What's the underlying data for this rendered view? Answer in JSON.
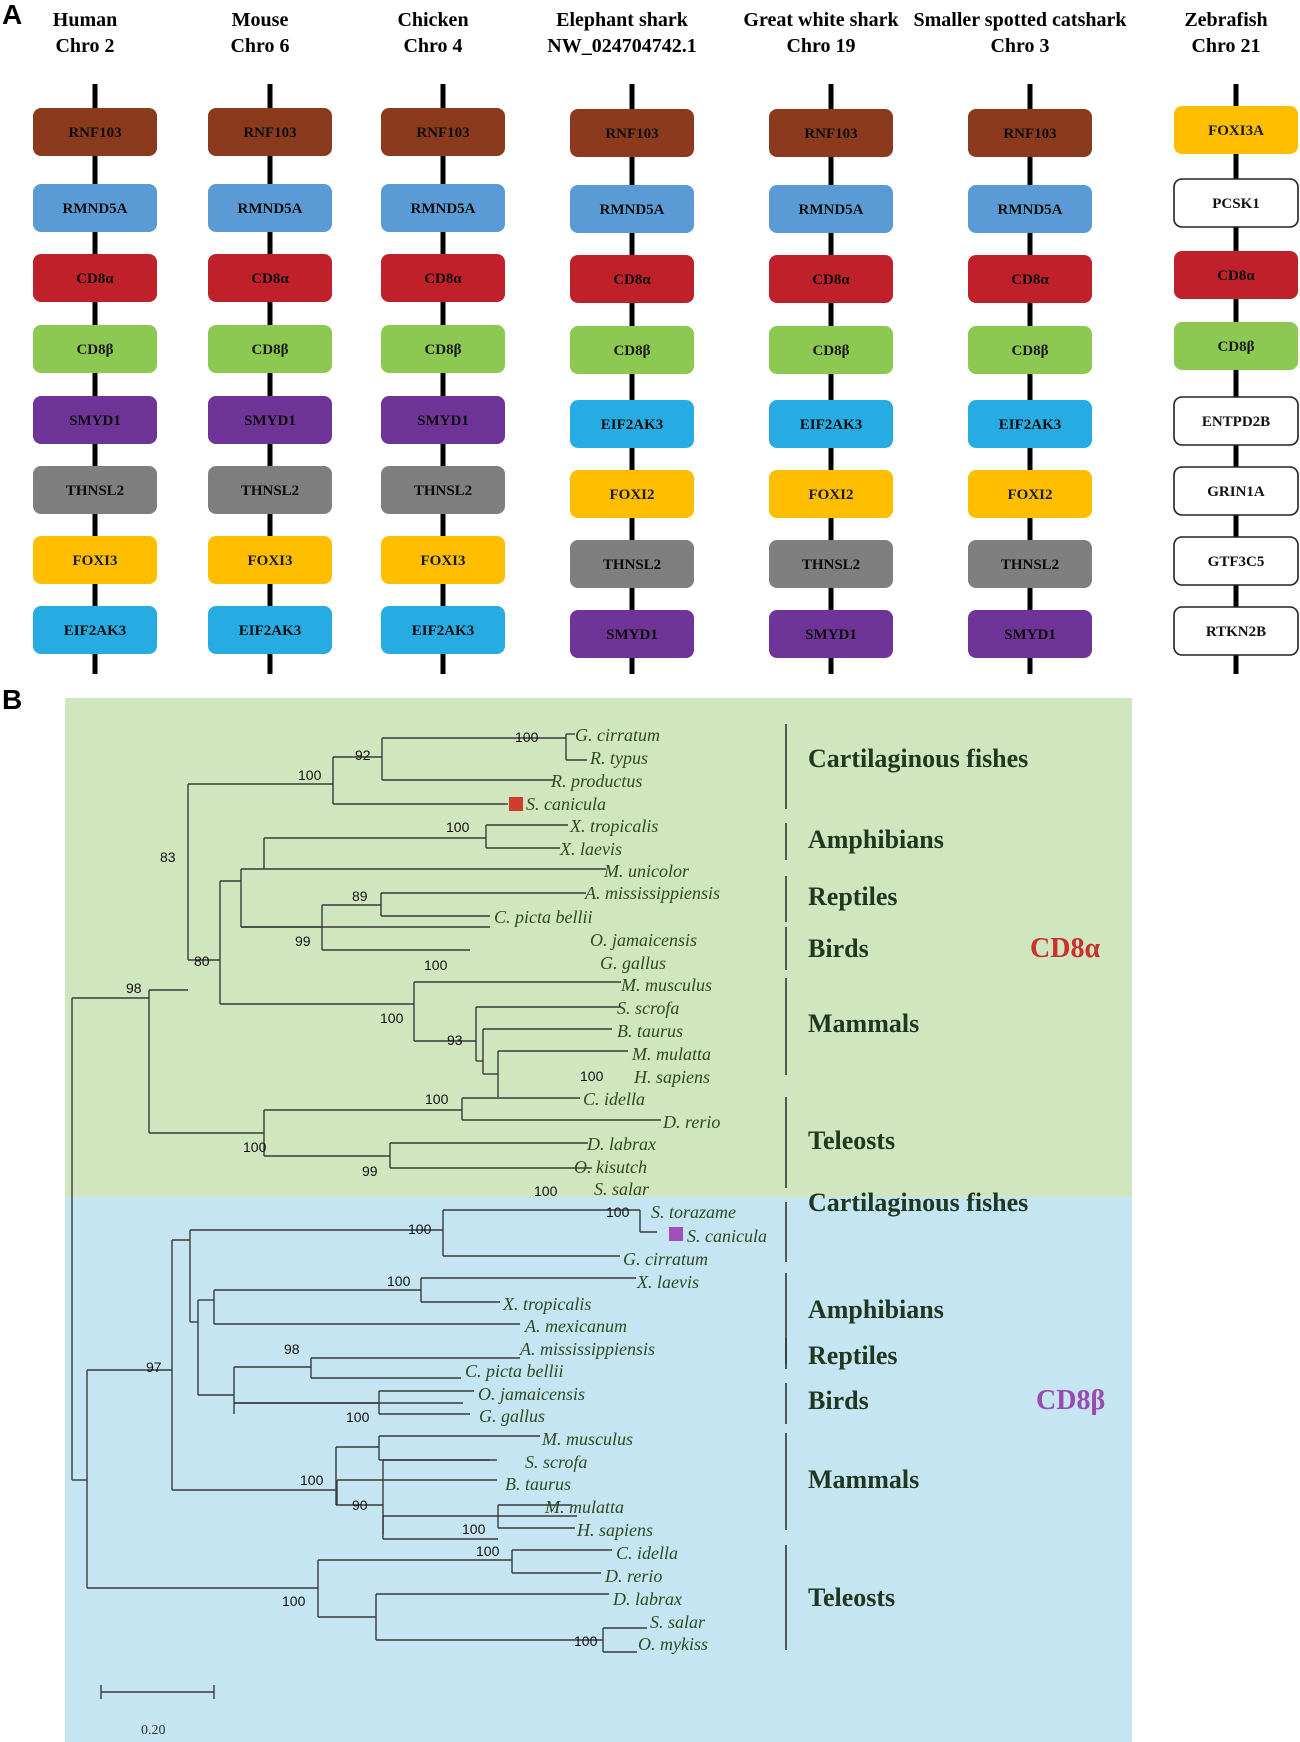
{
  "panels": {
    "a": "A",
    "b": "B"
  },
  "colors": {
    "RNF103": "#8B3A1E",
    "RMND5A": "#5B9BD5",
    "CD8a": "#C0202A",
    "CD8b": "#8DC852",
    "SMYD1": "#6F3497",
    "THNSL2": "#7F7F7F",
    "FOXI": "#FFBF00",
    "EIF2AK3": "#26ACE2",
    "white": "#FFFFFF",
    "green_bg": "#CFE6BF",
    "blue_bg": "#C5E5F3",
    "cd8a_label": "#C9302C",
    "cd8b_label": "#9B4AAE",
    "sq_cd8a": "#D03B2C",
    "sq_cd8b": "#A04FB8"
  },
  "synteny": [
    {
      "line1": "Human",
      "line2": "Chro 2",
      "genes": [
        {
          "name": "RNF103",
          "color": "RNF103"
        },
        {
          "name": "RMND5A",
          "color": "RMND5A"
        },
        {
          "name": "CD8α",
          "color": "CD8a"
        },
        {
          "name": "CD8β",
          "color": "CD8b"
        },
        {
          "name": "SMYD1",
          "color": "SMYD1"
        },
        {
          "name": "THNSL2",
          "color": "THNSL2"
        },
        {
          "name": "FOXI3",
          "color": "FOXI"
        },
        {
          "name": "EIF2AK3",
          "color": "EIF2AK3"
        }
      ]
    },
    {
      "line1": "Mouse",
      "line2": "Chro 6",
      "genes": [
        {
          "name": "RNF103",
          "color": "RNF103"
        },
        {
          "name": "RMND5A",
          "color": "RMND5A"
        },
        {
          "name": "CD8α",
          "color": "CD8a"
        },
        {
          "name": "CD8β",
          "color": "CD8b"
        },
        {
          "name": "SMYD1",
          "color": "SMYD1"
        },
        {
          "name": "THNSL2",
          "color": "THNSL2"
        },
        {
          "name": "FOXI3",
          "color": "FOXI"
        },
        {
          "name": "EIF2AK3",
          "color": "EIF2AK3"
        }
      ]
    },
    {
      "line1": "Chicken",
      "line2": "Chro 4",
      "genes": [
        {
          "name": "RNF103",
          "color": "RNF103"
        },
        {
          "name": "RMND5A",
          "color": "RMND5A"
        },
        {
          "name": "CD8α",
          "color": "CD8a"
        },
        {
          "name": "CD8β",
          "color": "CD8b"
        },
        {
          "name": "SMYD1",
          "color": "SMYD1"
        },
        {
          "name": "THNSL2",
          "color": "THNSL2"
        },
        {
          "name": "FOXI3",
          "color": "FOXI"
        },
        {
          "name": "EIF2AK3",
          "color": "EIF2AK3"
        }
      ]
    },
    {
      "line1": "Elephant shark",
      "line2": "NW_024704742.1",
      "genes": [
        {
          "name": "RNF103",
          "color": "RNF103"
        },
        {
          "name": "RMND5A",
          "color": "RMND5A"
        },
        {
          "name": "CD8α",
          "color": "CD8a"
        },
        {
          "name": "CD8β",
          "color": "CD8b"
        },
        {
          "name": "EIF2AK3",
          "color": "EIF2AK3"
        },
        {
          "name": "FOXI2",
          "color": "FOXI"
        },
        {
          "name": "THNSL2",
          "color": "THNSL2"
        },
        {
          "name": "SMYD1",
          "color": "SMYD1"
        }
      ]
    },
    {
      "line1": "Great white shark",
      "line2": "Chro 19",
      "genes": [
        {
          "name": "RNF103",
          "color": "RNF103"
        },
        {
          "name": "RMND5A",
          "color": "RMND5A"
        },
        {
          "name": "CD8α",
          "color": "CD8a"
        },
        {
          "name": "CD8β",
          "color": "CD8b"
        },
        {
          "name": "EIF2AK3",
          "color": "EIF2AK3"
        },
        {
          "name": "FOXI2",
          "color": "FOXI"
        },
        {
          "name": "THNSL2",
          "color": "THNSL2"
        },
        {
          "name": "SMYD1",
          "color": "SMYD1"
        }
      ]
    },
    {
      "line1": "Smaller spotted catshark",
      "line2": "Chro 3",
      "genes": [
        {
          "name": "RNF103",
          "color": "RNF103"
        },
        {
          "name": "RMND5A",
          "color": "RMND5A"
        },
        {
          "name": "CD8α",
          "color": "CD8a"
        },
        {
          "name": "CD8β",
          "color": "CD8b"
        },
        {
          "name": "EIF2AK3",
          "color": "EIF2AK3"
        },
        {
          "name": "FOXI2",
          "color": "FOXI"
        },
        {
          "name": "THNSL2",
          "color": "THNSL2"
        },
        {
          "name": "SMYD1",
          "color": "SMYD1"
        }
      ]
    },
    {
      "line1": "Zebrafish",
      "line2": "Chro 21",
      "genes": [
        {
          "name": "FOXI3A",
          "color": "FOXI"
        },
        {
          "name": "PCSK1",
          "color": "white"
        },
        {
          "name": "CD8α",
          "color": "CD8a"
        },
        {
          "name": "CD8β",
          "color": "CD8b"
        },
        {
          "name": "ENTPD2B",
          "color": "white"
        },
        {
          "name": "GRIN1A",
          "color": "white"
        },
        {
          "name": "GTF3C5",
          "color": "white"
        },
        {
          "name": "RTKN2B",
          "color": "white"
        }
      ]
    }
  ],
  "tree": {
    "leaves": [
      "G. cirratum",
      "R. typus",
      "R. productus",
      "S. canicula",
      "X. tropicalis",
      "X. laevis",
      "M. unicolor",
      "A. mississippiensis",
      "C. picta bellii",
      "O. jamaicensis",
      "G. gallus",
      "M. musculus",
      "S. scrofa",
      "B. taurus",
      "M. mulatta",
      "H. sapiens",
      "C. idella",
      "D. rerio",
      "D. labrax",
      "O. kisutch",
      "S. salar",
      "S. torazame",
      "S. canicula",
      "G. cirratum",
      "X. laevis",
      "X. tropicalis",
      "A. mexicanum",
      "A. mississippiensis",
      "C. picta bellii",
      "O. jamaicensis",
      "G. gallus",
      "M. musculus",
      "S. scrofa",
      "B. taurus",
      "M. mulatta",
      "H. sapiens",
      "C. idella",
      "D. rerio",
      "D. labrax",
      "S. salar",
      "O. mykiss"
    ],
    "bootstrap": [
      "100",
      "92",
      "100",
      "100",
      "83",
      "89",
      "99",
      "100",
      "80",
      "100",
      "93",
      "100",
      "98",
      "100",
      "100",
      "99",
      "100",
      "100",
      "100",
      "100",
      "98",
      "100",
      "97",
      "100",
      "90",
      "100",
      "100",
      "100",
      "100"
    ],
    "groups": [
      "Cartilaginous fishes",
      "Amphibians",
      "Reptiles",
      "Birds",
      "Mammals",
      "Teleosts",
      "Cartilaginous fishes",
      "Amphibians",
      "Reptiles",
      "Birds",
      "Mammals",
      "Teleosts"
    ],
    "cd8a_label": "CD8α",
    "cd8b_label": "CD8β",
    "scale_label": "0.20"
  }
}
